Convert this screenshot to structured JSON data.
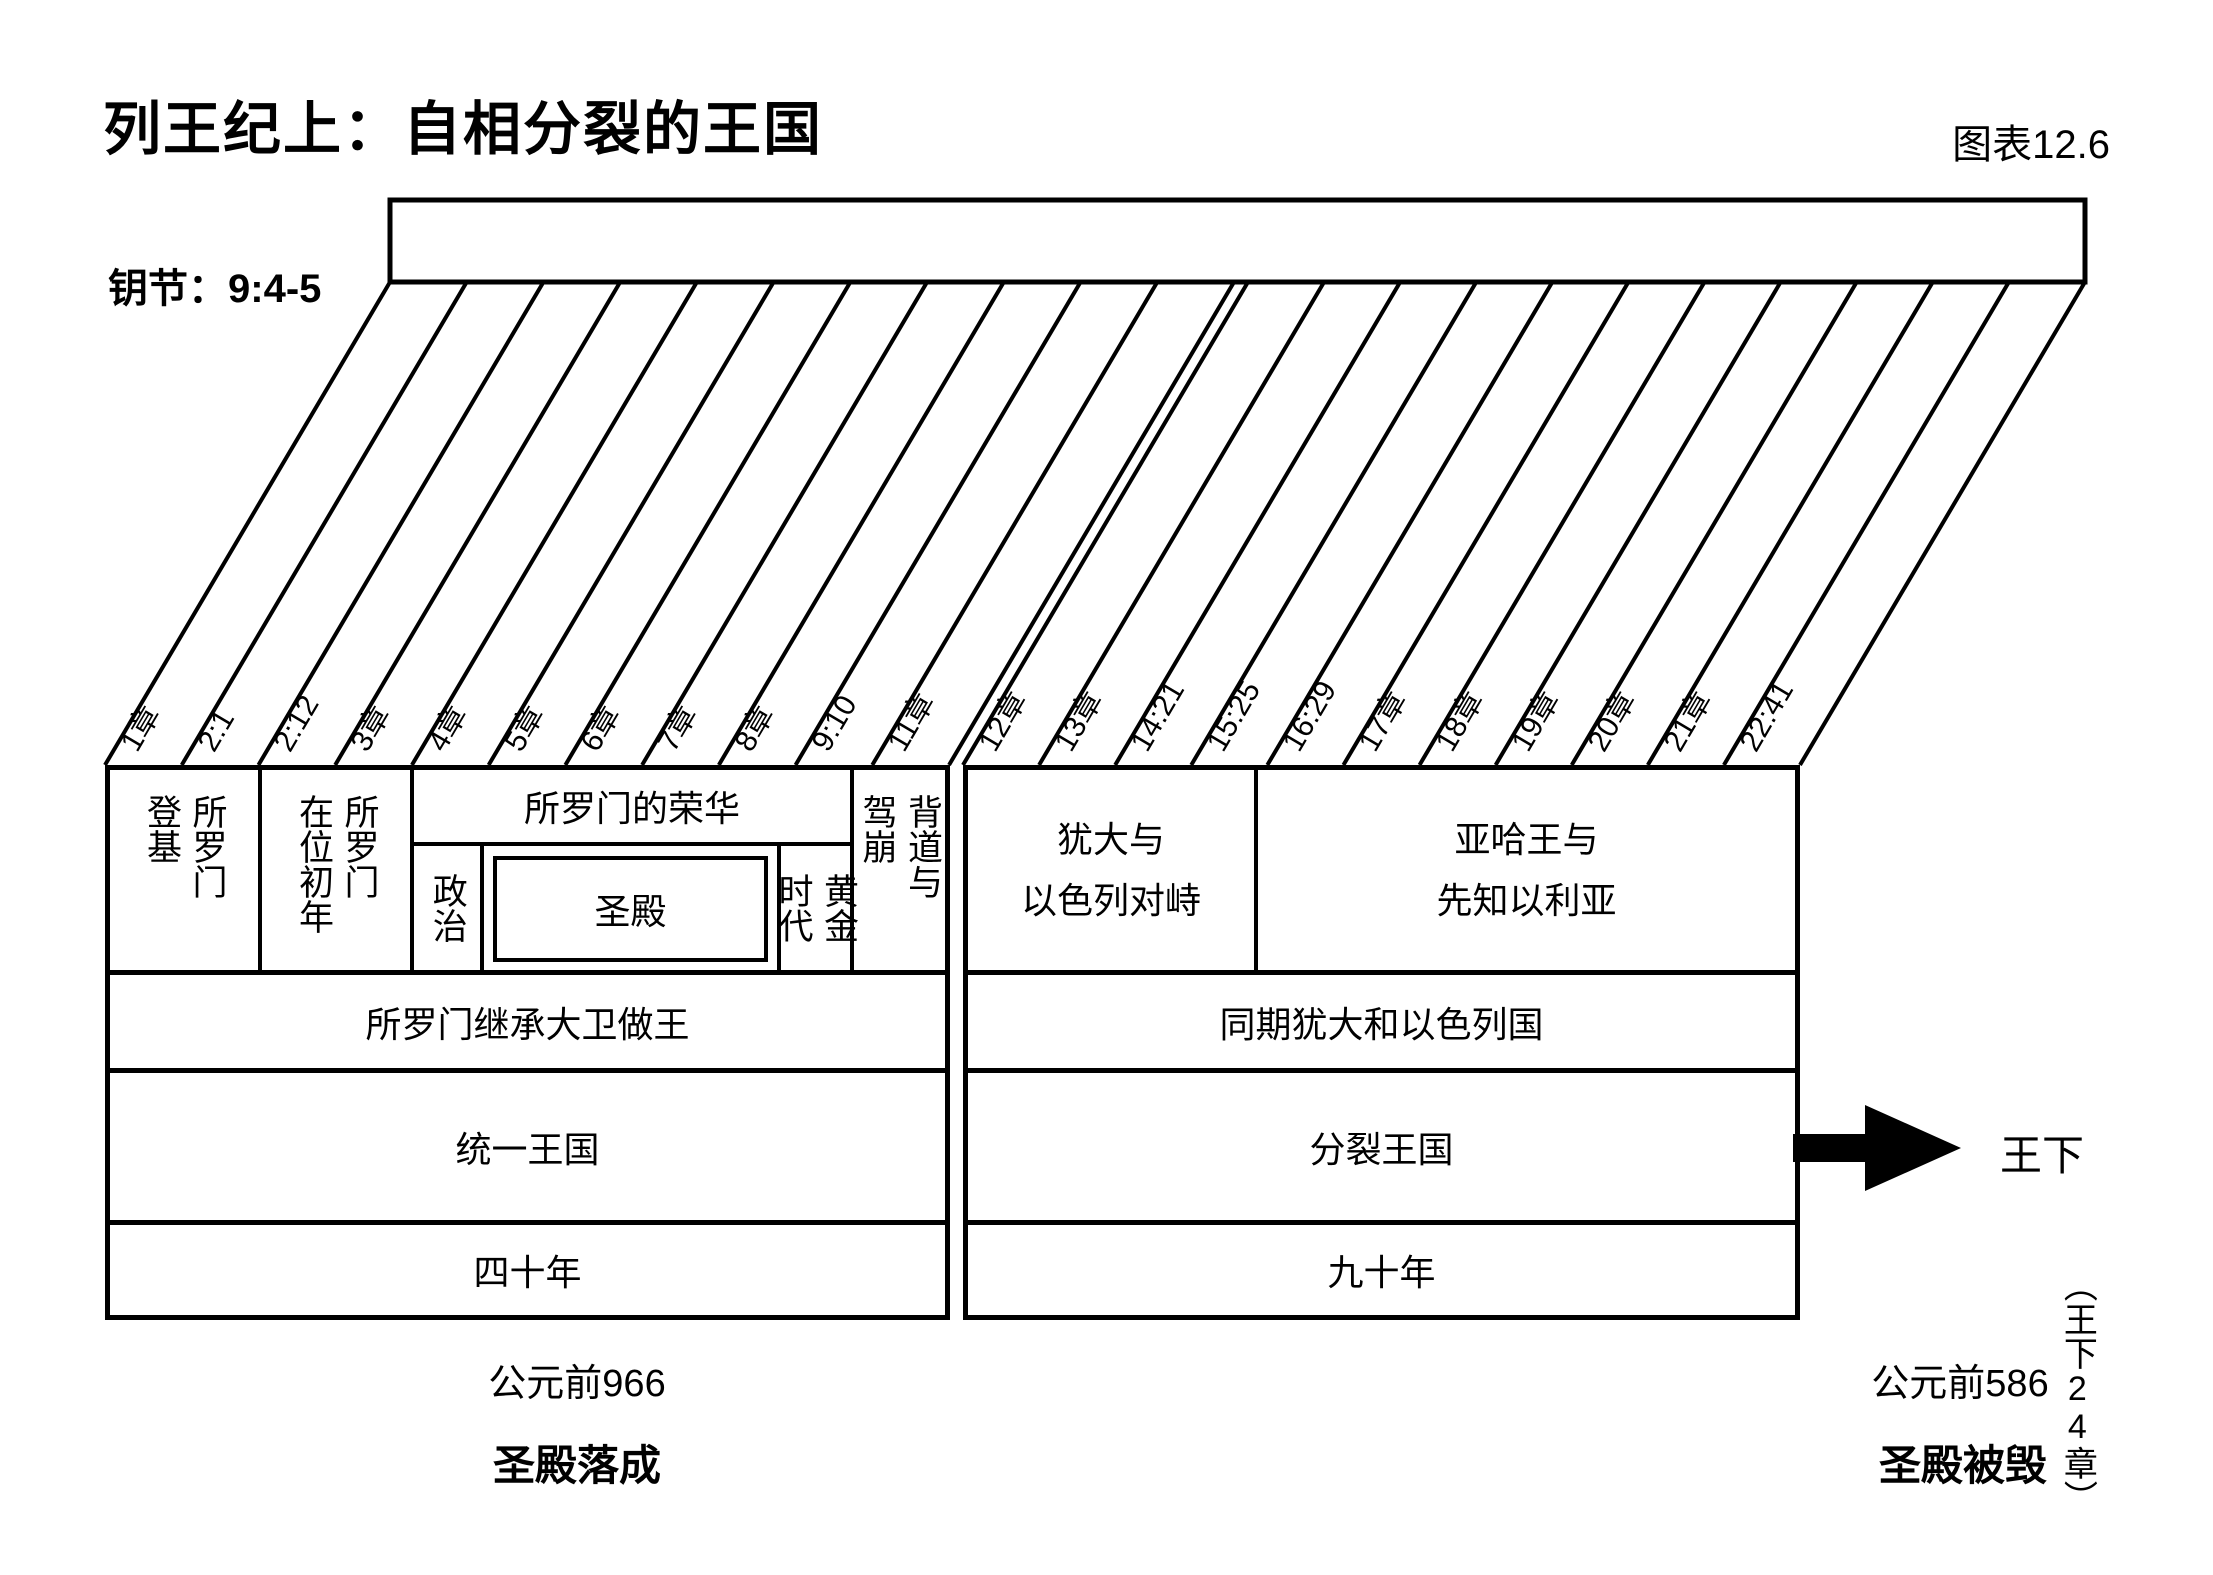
{
  "colors": {
    "ink": "#000000",
    "background": "#ffffff"
  },
  "header": {
    "title": "列王纪上：自相分裂的王国",
    "chart_ref": "图表12.6",
    "key_verse_label": "钥节：",
    "key_verse_value": "9:4-5"
  },
  "fan": {
    "chapters": [
      "1章",
      "2:1",
      "2:12",
      "3章",
      "4章",
      "5章",
      "6章",
      "7章",
      "8章",
      "9:10",
      "11章",
      "12章",
      "13章",
      "14:21",
      "15:25",
      "16:29",
      "17章",
      "18章",
      "19章",
      "20章",
      "21章",
      "22:41"
    ]
  },
  "table": {
    "united": {
      "accession": "所罗门\n登基",
      "early_reign": "所罗门\n在位初年",
      "glory_header": "所罗门的荣华",
      "glory_politics": "政治",
      "glory_temple": "圣殿",
      "glory_golden_age": "黄金\n时代",
      "apostasy_death": "背道与\n驾崩",
      "theme_row": "所罗门继承大卫做王",
      "kingdom_row": "统一王国",
      "duration_row": "四十年"
    },
    "divided": {
      "judah_vs_israel": "犹大与\n以色列对峙",
      "ahab_elijah": "亚哈王与\n先知以利亚",
      "theme_row": "同期犹大和以色列国",
      "kingdom_row": "分裂王国",
      "duration_row": "九十年"
    }
  },
  "footer": {
    "left_year": "公元前966",
    "left_event": "圣殿落成",
    "right_year": "公元前586",
    "right_event": "圣殿被毁",
    "arrow_label": "王下",
    "side_note": "（王下24章）"
  }
}
